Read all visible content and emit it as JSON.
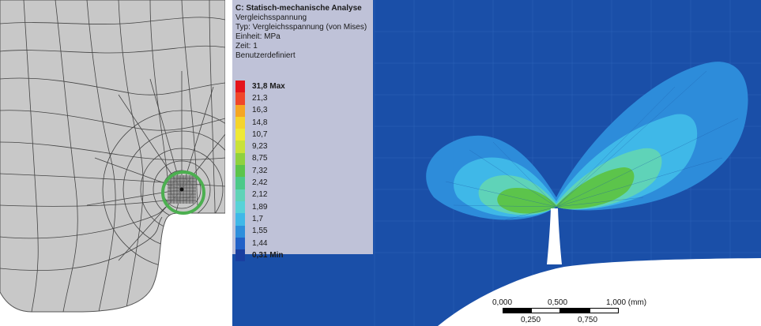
{
  "legend": {
    "title": "C: Statisch-mechanische Analyse",
    "line1": "Vergleichsspannung",
    "line2": "Typ: Vergleichsspannung (von Mises)",
    "line3": "Einheit: MPa",
    "line4": "Zeit: 1",
    "line5": "Benutzerdefiniert",
    "levels": [
      {
        "label": "31,8 Max",
        "color": "#e5141b",
        "bold": true
      },
      {
        "label": "21,3",
        "color": "#f0462a"
      },
      {
        "label": "16,3",
        "color": "#f5a623"
      },
      {
        "label": "14,8",
        "color": "#f5d42c"
      },
      {
        "label": "10,7",
        "color": "#efe936"
      },
      {
        "label": "9,23",
        "color": "#c9e23a"
      },
      {
        "label": "8,75",
        "color": "#8fd13f"
      },
      {
        "label": "7,32",
        "color": "#5cc44b"
      },
      {
        "label": "2,42",
        "color": "#4cc98a"
      },
      {
        "label": "2,12",
        "color": "#5fd3b8"
      },
      {
        "label": "1,89",
        "color": "#57d2d8"
      },
      {
        "label": "1,7",
        "color": "#3fb8e8"
      },
      {
        "label": "1,55",
        "color": "#2e8fdc"
      },
      {
        "label": "1,44",
        "color": "#2262c8"
      },
      {
        "label": "0,31 Min",
        "color": "#1a3fa0",
        "bold": true
      }
    ]
  },
  "scalebar": {
    "t0": "0,000",
    "t1": "0,500",
    "t2": "1,000 (mm)",
    "b1": "0,250",
    "b2": "0,750"
  },
  "colors": {
    "background_field": "#1a4fa8",
    "highlight_circle": "#4caf50"
  }
}
